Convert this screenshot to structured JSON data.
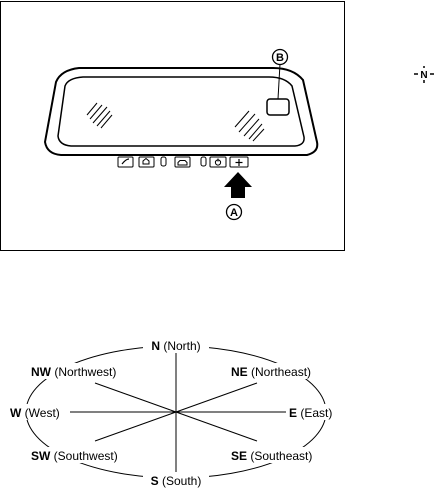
{
  "mirror_figure": {
    "callouts": {
      "a": "A",
      "b": "B"
    },
    "buttons": [
      {
        "name": "button-1",
        "icon": "telephone-icon"
      },
      {
        "name": "button-2",
        "icon": "house-icon"
      },
      {
        "name": "led-1",
        "icon": "indicator-light"
      },
      {
        "name": "button-3",
        "icon": "car-icon"
      },
      {
        "name": "led-2",
        "icon": "indicator-light"
      },
      {
        "name": "button-4",
        "icon": "power-icon"
      },
      {
        "name": "button-5",
        "icon": "compass-cross-icon"
      }
    ]
  },
  "compass_display": {
    "letter": "N"
  },
  "compass_rose": {
    "north": {
      "abbr": "N",
      "full": " (North)"
    },
    "northeast": {
      "abbr": "NE",
      "full": " (Northeast)"
    },
    "east": {
      "abbr": "E",
      "full": " (East)"
    },
    "southeast": {
      "abbr": "SE",
      "full": " (Southeast)"
    },
    "south": {
      "abbr": "S",
      "full": " (South)"
    },
    "southwest": {
      "abbr": "SW",
      "full": " (Southwest)"
    },
    "west": {
      "abbr": "W",
      "full": " (West)"
    },
    "northwest": {
      "abbr": "NW",
      "full": " (Northwest)"
    }
  }
}
